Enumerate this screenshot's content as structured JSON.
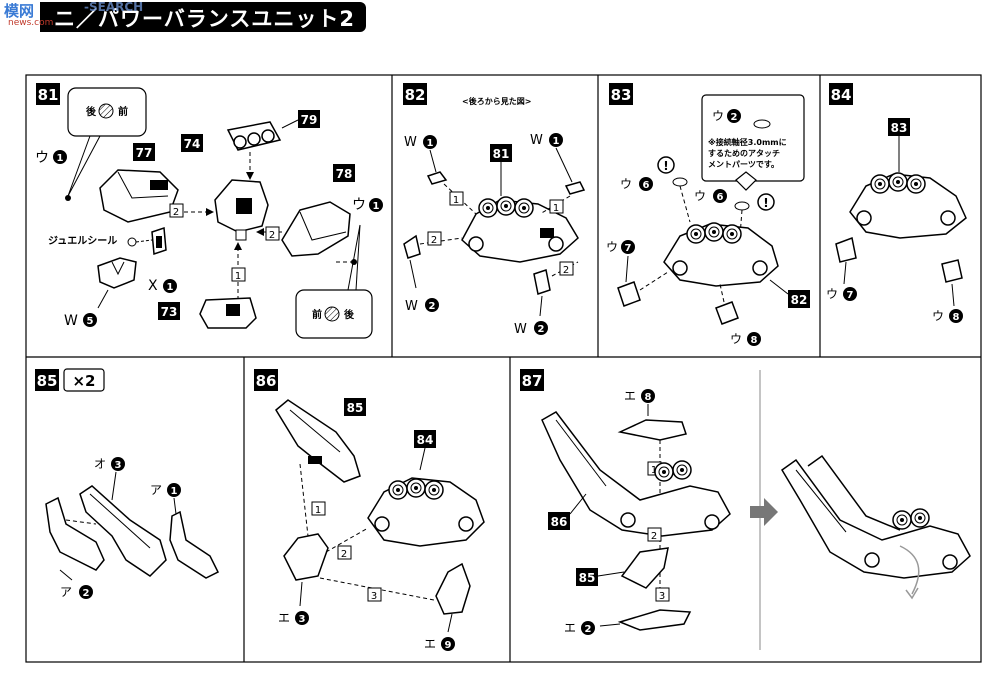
{
  "header": {
    "title": "ニ／パワーバランスユニット2",
    "watermark_logo": "模",
    "watermark_site": "网",
    "watermark_sub": "-SEARCH",
    "watermark_url": "news.com"
  },
  "steps": [
    {
      "number": "81",
      "labels": {
        "u1": "ウ",
        "w5": "W",
        "x1": "X",
        "jewel": "ジュエルシール",
        "back": "後",
        "front": "前"
      },
      "circled": {
        "u1": "1",
        "w5": "5",
        "x1": "1",
        "u1b": "1"
      },
      "parts": [
        "77",
        "74",
        "79",
        "78",
        "73"
      ],
      "arrows": [
        "2",
        "2",
        "1"
      ]
    },
    {
      "number": "82",
      "view_note": "<後ろから見た図>",
      "labels": {
        "w": "W"
      },
      "circled": {
        "w1a": "1",
        "w1b": "1",
        "w2a": "2",
        "w2b": "2"
      },
      "parts": [
        "81"
      ],
      "arrows": [
        "1",
        "1",
        "2",
        "2"
      ]
    },
    {
      "number": "83",
      "labels": {
        "u": "ウ"
      },
      "circled": {
        "u2": "2",
        "u6a": "6",
        "u6b": "6",
        "u7": "7",
        "u8": "8"
      },
      "note_line1": "※接続軸径3.0mmに",
      "note_line2": "するためのアタッチ",
      "note_line3": "メントパーツです。",
      "caution": "!",
      "parts": [
        "82"
      ]
    },
    {
      "number": "84",
      "labels": {
        "u": "ウ"
      },
      "circled": {
        "u7": "7",
        "u8": "8"
      },
      "parts": [
        "83"
      ]
    },
    {
      "number": "85",
      "multiplier": "×2",
      "labels": {
        "o": "オ",
        "a": "ア"
      },
      "circled": {
        "o3": "3",
        "a1": "1",
        "a2": "2"
      }
    },
    {
      "number": "86",
      "labels": {
        "e": "エ"
      },
      "circled": {
        "e3": "3",
        "e9": "9"
      },
      "parts": [
        "85",
        "84"
      ],
      "arrows": [
        "1",
        "2",
        "3"
      ]
    },
    {
      "number": "87",
      "labels": {
        "e": "エ"
      },
      "circled": {
        "e8": "8",
        "e2": "2"
      },
      "parts": [
        "86",
        "85"
      ],
      "arrows": [
        "1",
        "2",
        "3"
      ]
    }
  ]
}
